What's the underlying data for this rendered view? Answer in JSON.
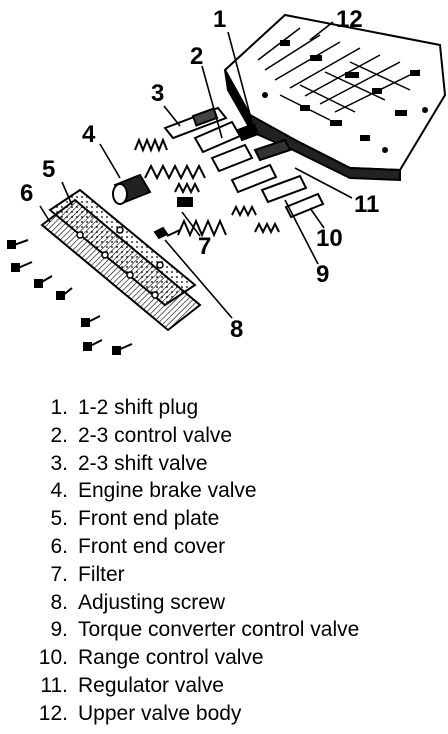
{
  "callouts": [
    "1",
    "2",
    "3",
    "4",
    "5",
    "6",
    "7",
    "8",
    "9",
    "10",
    "11",
    "12"
  ],
  "legend": [
    {
      "num": "1.",
      "label": "1-2 shift plug"
    },
    {
      "num": "2.",
      "label": "2-3 control valve"
    },
    {
      "num": "3.",
      "label": "2-3 shift valve"
    },
    {
      "num": "4.",
      "label": "Engine brake valve"
    },
    {
      "num": "5.",
      "label": "Front end plate"
    },
    {
      "num": "6.",
      "label": "Front end cover"
    },
    {
      "num": "7.",
      "label": "Filter"
    },
    {
      "num": "8.",
      "label": "Adjusting screw"
    },
    {
      "num": "9.",
      "label": "Torque converter control valve"
    },
    {
      "num": "10.",
      "label": "Range control valve"
    },
    {
      "num": "11.",
      "label": "Regulator valve"
    },
    {
      "num": "12.",
      "label": "Upper valve body"
    }
  ]
}
